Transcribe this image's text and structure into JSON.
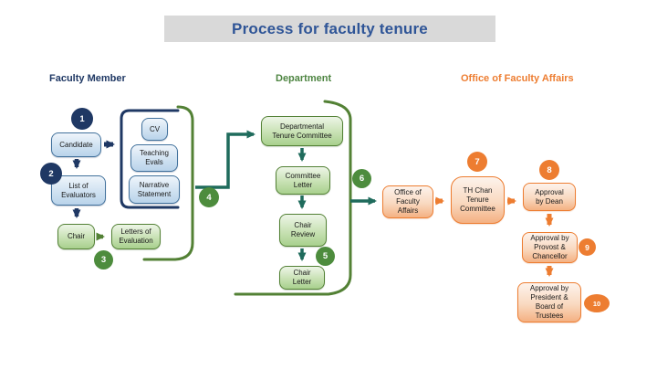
{
  "title": "Process for faculty tenure",
  "columns": {
    "faculty": "Faculty Member",
    "department": "Department",
    "office": "Office of Faculty Affairs"
  },
  "nodes": {
    "candidate": "Candidate",
    "cv": "CV",
    "teaching_evals": "Teaching\nEvals",
    "narrative_statement": "Narrative\nStatement",
    "list_of_evaluators": "List of\nEvaluators",
    "chair": "Chair",
    "letters_of_evaluation": "Letters of\nEvaluation",
    "departmental_tenure_committee": "Departmental\nTenure Committee",
    "committee_letter": "Committee\nLetter",
    "chair_review": "Chair\nReview",
    "chair_letter": "Chair\nLetter",
    "office_of_faculty_affairs": "Office of\nFaculty\nAffairs",
    "th_chan_tenure_committee": "TH Chan\nTenure\nCommittee",
    "approval_by_dean": "Approval\nby Dean",
    "approval_by_provost": "Approval by\nProvost &\nChancellor",
    "approval_by_president": "Approval by\nPresident &\nBoard of\nTrustees"
  },
  "steps": [
    "1",
    "2",
    "3",
    "4",
    "5",
    "6",
    "7",
    "8",
    "9",
    "10"
  ],
  "edges": [
    "candidate -> cv/teaching_evals/narrative_statement",
    "candidate -> list_of_evaluators",
    "list_of_evaluators -> chair",
    "chair -> letters_of_evaluation",
    "faculty_packet -> departmental_tenure_committee",
    "departmental_tenure_committee -> committee_letter",
    "committee_letter -> chair_review",
    "chair_review -> chair_letter",
    "department_packet -> office_of_faculty_affairs",
    "office_of_faculty_affairs -> th_chan_tenure_committee",
    "th_chan_tenure_committee -> approval_by_dean",
    "approval_by_dean -> approval_by_provost",
    "approval_by_provost -> approval_by_president"
  ],
  "colors": {
    "title_blue": "#2f5597",
    "banner_gray": "#d9d9d9",
    "navy": "#1f3864",
    "green": "#538135",
    "badge_green": "#4d8c3d",
    "teal": "#1f6b5c",
    "orange": "#ed7d31",
    "blue_box_border": "#41719c"
  }
}
